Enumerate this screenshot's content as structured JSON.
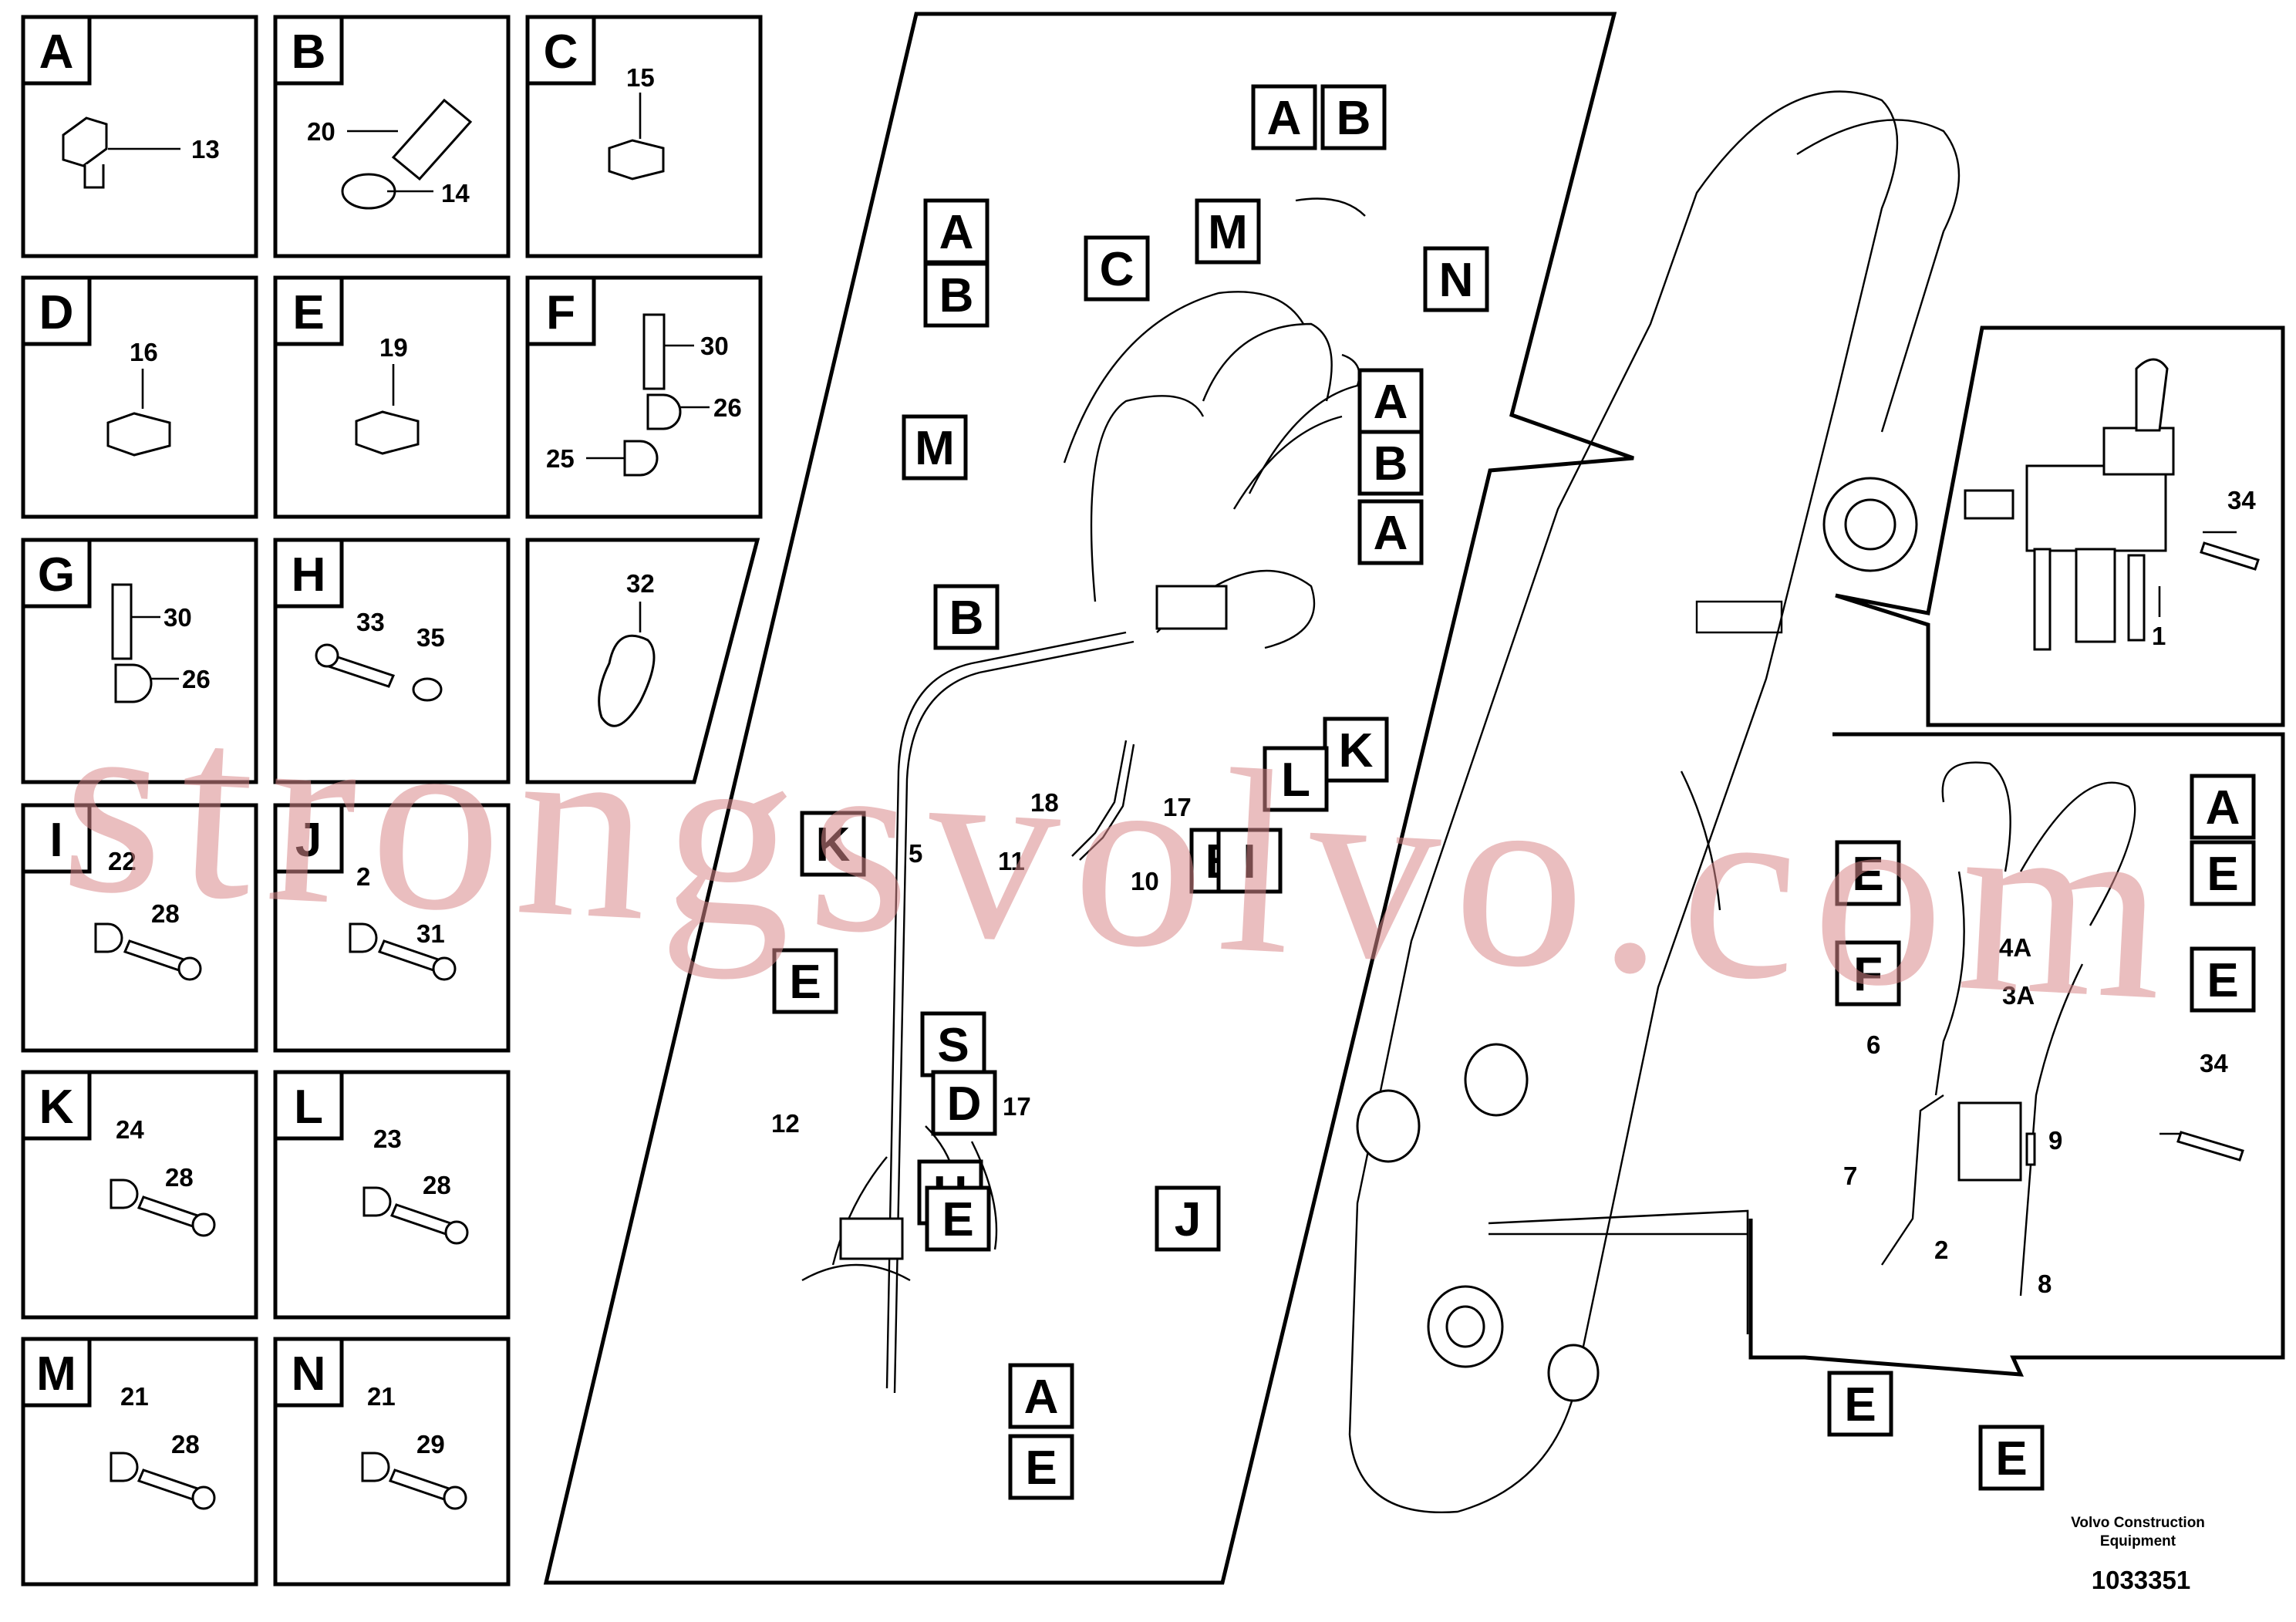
{
  "panels": [
    {
      "letter": "A",
      "parts": [
        "13"
      ]
    },
    {
      "letter": "B",
      "parts": [
        "20",
        "14"
      ]
    },
    {
      "letter": "C",
      "parts": [
        "15"
      ]
    },
    {
      "letter": "D",
      "parts": [
        "16"
      ]
    },
    {
      "letter": "E",
      "parts": [
        "19"
      ]
    },
    {
      "letter": "F",
      "parts": [
        "30",
        "26",
        "25"
      ]
    },
    {
      "letter": "G",
      "parts": [
        "30",
        "26"
      ]
    },
    {
      "letter": "H",
      "parts": [
        "33",
        "35"
      ]
    },
    {
      "letter": "",
      "parts": [
        "32"
      ]
    },
    {
      "letter": "I",
      "parts": [
        "22",
        "28"
      ]
    },
    {
      "letter": "J",
      "parts": [
        "2",
        "31"
      ]
    },
    {
      "letter": "K",
      "parts": [
        "24",
        "28"
      ]
    },
    {
      "letter": "L",
      "parts": [
        "23",
        "28"
      ]
    },
    {
      "letter": "M",
      "parts": [
        "21",
        "28"
      ]
    },
    {
      "letter": "N",
      "parts": [
        "21",
        "29"
      ]
    }
  ],
  "middle_callouts": {
    "letters": [
      "A",
      "B",
      "A",
      "B",
      "C",
      "M",
      "N",
      "A",
      "B",
      "M",
      "A",
      "B",
      "K",
      "L",
      "K",
      "B",
      "I",
      "E",
      "S",
      "D",
      "H",
      "E",
      "J",
      "A",
      "E"
    ],
    "numbers": [
      "18",
      "17",
      "5",
      "11",
      "10",
      "12",
      "17"
    ]
  },
  "right_callouts": {
    "numbers": [
      "34",
      "1"
    ]
  },
  "detail_callouts": {
    "letters": [
      "A",
      "E",
      "E",
      "E",
      "F",
      "E",
      "E"
    ],
    "numbers": [
      "4A",
      "3A",
      "6",
      "9",
      "34",
      "7",
      "2",
      "8"
    ]
  },
  "watermark": "strongsvolvo.com",
  "credit": {
    "line1": "Volvo Construction",
    "line2": "Equipment",
    "doc_number": "1033351"
  }
}
